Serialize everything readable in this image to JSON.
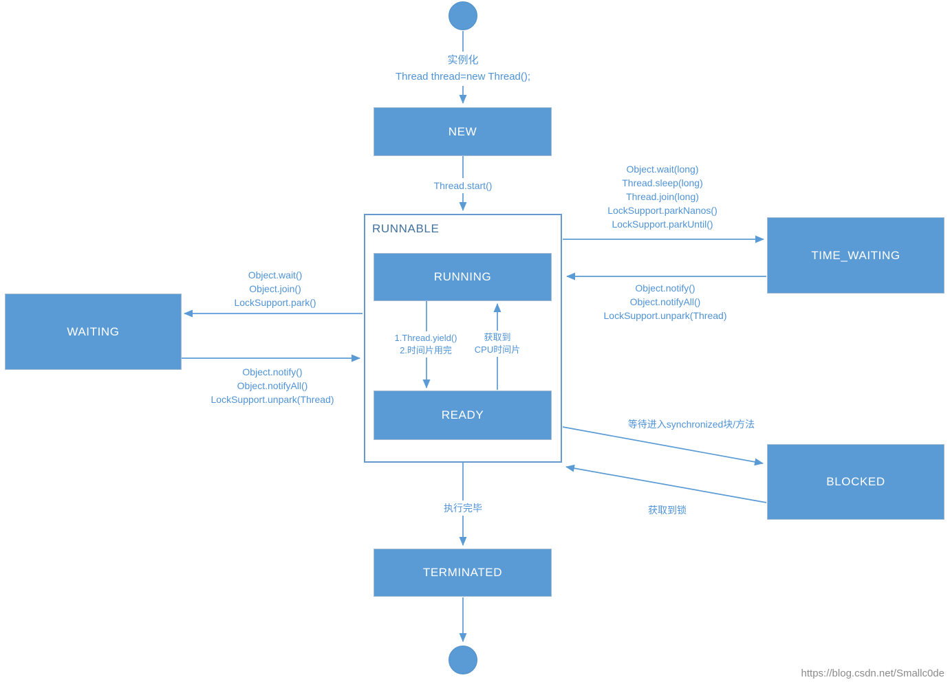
{
  "title": "Java Thread State Diagram",
  "colors": {
    "accent_blue": "#5b9bd5",
    "label_blue": "#4f93d6",
    "container_title_blue": "#41719c",
    "watermark_gray": "#8b8b8b"
  },
  "nodes": {
    "new": {
      "label": "NEW"
    },
    "runnable": {
      "label": "RUNNABLE"
    },
    "running": {
      "label": "RUNNING"
    },
    "ready": {
      "label": "READY"
    },
    "waiting": {
      "label": "WAITING"
    },
    "time_waiting": {
      "label": "TIME_WAITING"
    },
    "blocked": {
      "label": "BLOCKED"
    },
    "terminated": {
      "label": "TERMINATED"
    }
  },
  "edges": {
    "instantiate": {
      "line1": "实例化",
      "line2": "Thread thread=new Thread();"
    },
    "start": {
      "label": "Thread.start()"
    },
    "to_time_waiting": {
      "lines": [
        "Object.wait(long)",
        "Thread.sleep(long)",
        "Thread.join(long)",
        "LockSupport.parkNanos()",
        "LockSupport.parkUntil()"
      ]
    },
    "from_time_waiting": {
      "lines": [
        "Object.notify()",
        "Object.notifyAll()",
        "LockSupport.unpark(Thread)"
      ]
    },
    "to_waiting": {
      "lines": [
        "Object.wait()",
        "Object.join()",
        "LockSupport.park()"
      ]
    },
    "from_waiting": {
      "lines": [
        "Object.notify()",
        "Object.notifyAll()",
        "LockSupport.unpark(Thread)"
      ]
    },
    "yield": {
      "lines": [
        "1.Thread.yield()",
        "2.时间片用完"
      ]
    },
    "acquire_cpu": {
      "lines": [
        "获取到",
        "CPU时间片"
      ]
    },
    "to_blocked": {
      "label": "等待进入synchronized块/方法"
    },
    "from_blocked": {
      "label": "获取到锁"
    },
    "finish": {
      "label": "执行完毕"
    }
  },
  "watermark": "https://blog.csdn.net/Smallc0de"
}
